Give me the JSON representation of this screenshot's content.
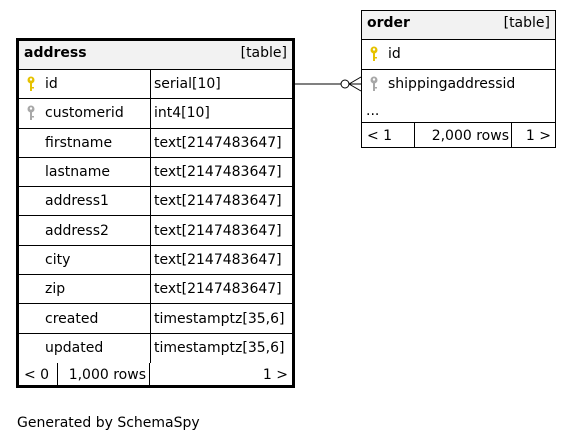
{
  "colors": {
    "header_bg": "#f2f2f2",
    "primary_key": "#e6c200",
    "foreign_key": "#a8a8a8",
    "line": "#000000"
  },
  "address": {
    "name": "address",
    "kind": "[table]",
    "columns": [
      {
        "name": "id",
        "type": "serial[10]",
        "key": "primary-key-icon"
      },
      {
        "name": "customerid",
        "type": "int4[10]",
        "key": "foreign-key-icon"
      },
      {
        "name": "firstname",
        "type": "text[2147483647]"
      },
      {
        "name": "lastname",
        "type": "text[2147483647]"
      },
      {
        "name": "address1",
        "type": "text[2147483647]"
      },
      {
        "name": "address2",
        "type": "text[2147483647]"
      },
      {
        "name": "city",
        "type": "text[2147483647]"
      },
      {
        "name": "zip",
        "type": "text[2147483647]"
      },
      {
        "name": "created",
        "type": "timestamptz[35,6]"
      },
      {
        "name": "updated",
        "type": "timestamptz[35,6]"
      }
    ],
    "footer": {
      "parents": "< 0",
      "rows": "1,000 rows",
      "children": "1 >"
    }
  },
  "order": {
    "name": "order",
    "kind": "[table]",
    "columns": [
      {
        "name": "id",
        "key": "primary-key-icon"
      },
      {
        "name": "shippingaddressid",
        "key": "foreign-key-icon"
      }
    ],
    "ellipsis": "...",
    "footer": {
      "parents": "< 1",
      "rows": "2,000 rows",
      "children": "1 >"
    }
  },
  "generated_by": "Generated by SchemaSpy"
}
